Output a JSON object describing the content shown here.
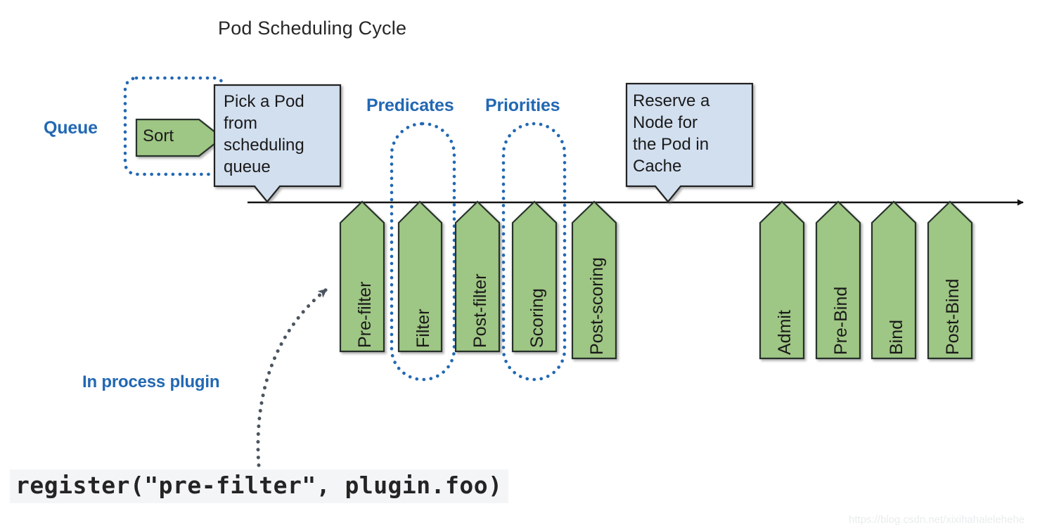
{
  "title": "Pod Scheduling Cycle",
  "colors": {
    "green_fill": "#9ec684",
    "green_stroke": "#27312a",
    "callout_fill": "#d2dfef",
    "callout_stroke": "#222222",
    "annotation_blue": "#2268b3",
    "timeline": "#131313",
    "code_bg": "#f4f5f7",
    "watermark": "#e9eced"
  },
  "annotations": {
    "queue": "Queue",
    "predicates": "Predicates",
    "priorities": "Priorities",
    "in_process_plugin": "In process plugin"
  },
  "callouts": [
    {
      "id": "pick-a-pod",
      "text": "Pick a Pod\nfrom\nscheduling\nqueue"
    },
    {
      "id": "reserve-node",
      "text": "Reserve a\nNode for\nthe Pod in\nCache"
    }
  ],
  "queue_stage": {
    "label": "Sort"
  },
  "extension_points": [
    {
      "label": "Pre-filter",
      "group": "scheduling"
    },
    {
      "label": "Filter",
      "group": "predicates"
    },
    {
      "label": "Post-filter",
      "group": "scheduling"
    },
    {
      "label": "Scoring",
      "group": "priorities"
    },
    {
      "label": "Post-scoring",
      "group": "scheduling"
    },
    {
      "label": "Admit",
      "group": "binding"
    },
    {
      "label": "Pre-Bind",
      "group": "binding"
    },
    {
      "label": "Bind",
      "group": "binding"
    },
    {
      "label": "Post-Bind",
      "group": "binding"
    }
  ],
  "code_snippet": "register(\"pre-filter\", plugin.foo)",
  "watermark": "https://blog.csdn.net/xixihahalelehehe"
}
